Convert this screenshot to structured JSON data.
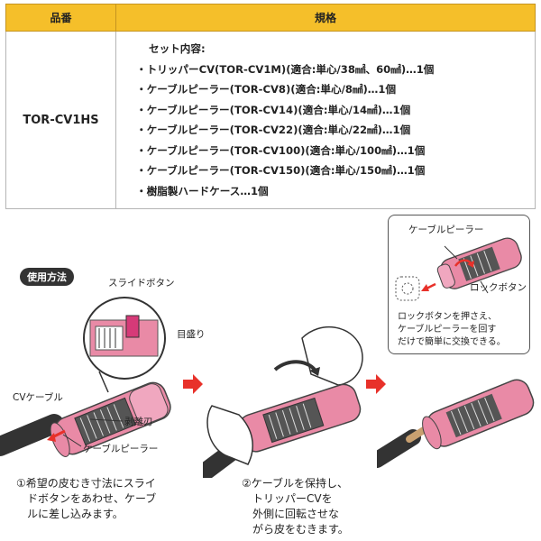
{
  "table": {
    "header_model": "品番",
    "header_spec": "規格",
    "model": "TOR-CV1HS",
    "spec_heading": "セット内容:",
    "items": [
      "・トリッパーCV(TOR-CV1M)(適合:単心/38㎟、60㎟)…1個",
      "・ケーブルピーラー(TOR-CV8)(適合:単心/8㎟)…1個",
      "・ケーブルピーラー(TOR-CV14)(適合:単心/14㎟)…1個",
      "・ケーブルピーラー(TOR-CV22)(適合:単心/22㎟)…1個",
      "・ケーブルピーラー(TOR-CV100)(適合:単心/100㎟)…1個",
      "・ケーブルピーラー(TOR-CV150)(適合:単心/150㎟)…1個",
      "・樹脂製ハードケース…1個"
    ]
  },
  "usage": {
    "badge": "使用方法",
    "labels": {
      "slide_button": "スライドボタン",
      "scale": "目盛り",
      "cv_cable": "CVケーブル",
      "blade": "剥離刃",
      "cable_peeler_step1": "ケーブルピーラー",
      "cable_peeler_inset": "ケーブルピーラー",
      "lock_button": "ロックボタン"
    },
    "step1": [
      "①希望の皮むき寸法にスライ",
      "　ドボタンをあわせ、ケーブ",
      "　ルに差し込みます。"
    ],
    "step2": [
      "②ケーブルを保持し、",
      "　トリッパーCVを",
      "　外側に回転させな",
      "　がら皮をむきます。"
    ],
    "inset_text": [
      "ロックボタンを押さえ、",
      "ケーブルピーラーを回す",
      "だけで簡単に交換できる。"
    ]
  },
  "colors": {
    "header_bg": "#f5bf2a",
    "tool_pink": "#e98aa6",
    "tool_dark": "#555555",
    "arrow_red": "#e8312a"
  }
}
